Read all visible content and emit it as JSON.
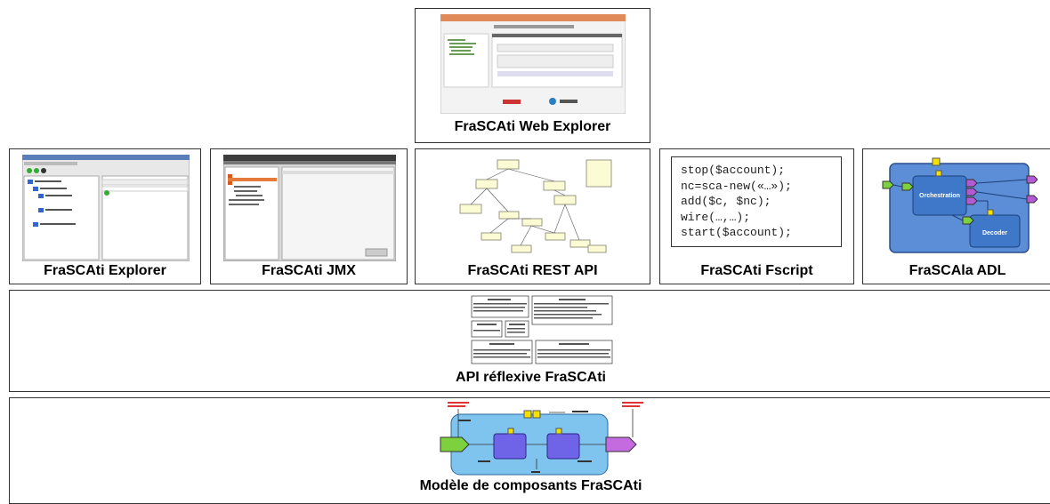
{
  "boxes": {
    "web_explorer": "FraSCAti Web Explorer",
    "explorer": "FraSCAti Explorer",
    "jmx": "FraSCAti JMX",
    "rest_api": "FraSCAti REST API",
    "fscript": "FraSCAti Fscript",
    "frascala": "FraSCAla ADL",
    "api_reflexive": "API réflexive FraSCAti",
    "component_model": "Modèle de composants FraSCAti"
  },
  "fscript_code": [
    "stop($account);",
    "nc=sca-new(«…»);",
    "add($c, $nc);",
    "wire(…,…);",
    "start($account);"
  ],
  "frascala_diagram": {
    "orchestration": "Orchestration",
    "decoder": "Decoder"
  },
  "colors": {
    "border": "#333333",
    "frascala_bg": "#5b8ed6",
    "component_blue": "#3f78c8",
    "port_purple": "#b45ad6",
    "port_green": "#7dd13c",
    "port_yellow": "#f5e100"
  }
}
